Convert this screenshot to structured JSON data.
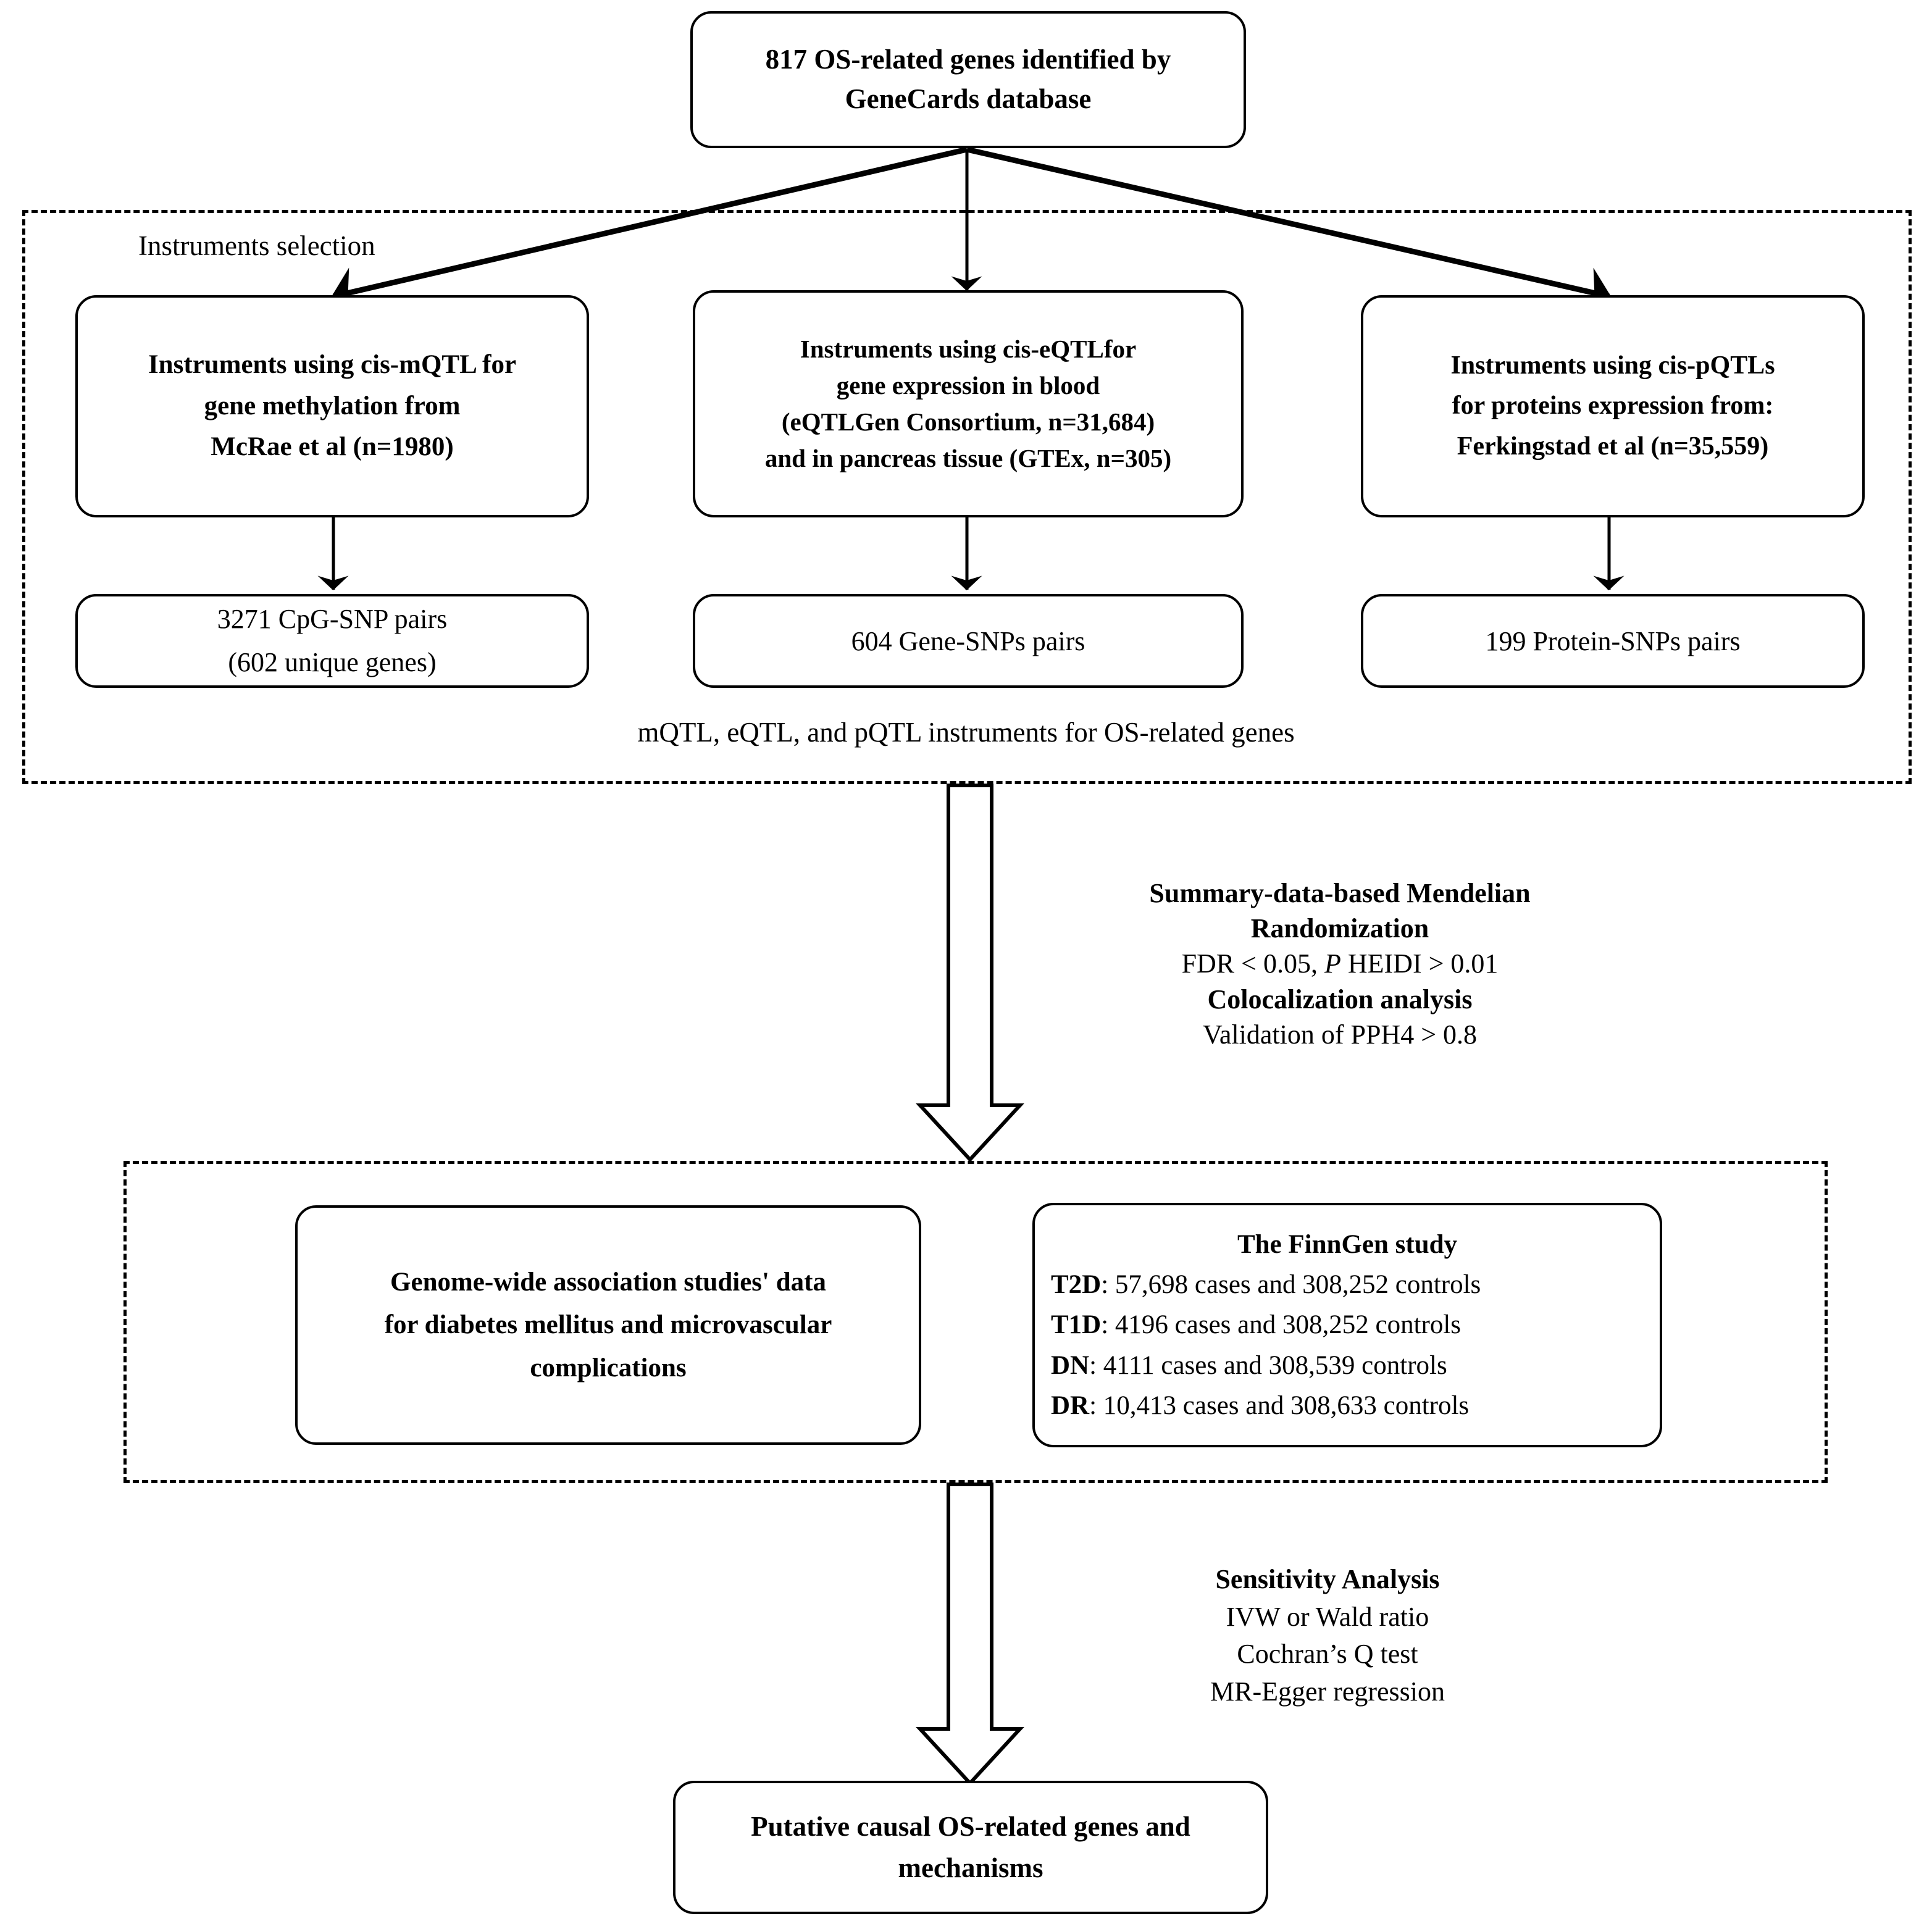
{
  "diagram": {
    "title_node": {
      "lines": [
        "817 OS-related genes identified by",
        "GeneCards database"
      ]
    },
    "group1": {
      "label_left": "Instruments selection",
      "label_bottom": "mQTL,  eQTL, and pQTL instruments for OS-related genes",
      "sources": [
        {
          "lines": [
            "Instruments using cis-mQTL for",
            "gene methylation from",
            "McRae et al (n=1980)"
          ]
        },
        {
          "lines": [
            "Instruments using cis-eQTLfor",
            "gene expression in blood",
            "(eQTLGen Consortium, n=31,684)",
            "and in pancreas tissue (GTEx, n=305)"
          ]
        },
        {
          "lines": [
            "Instruments using cis-pQTLs",
            "for proteins expression from:",
            "Ferkingstad et al (n=35,559)"
          ]
        }
      ],
      "results": [
        {
          "lines": [
            "3271 CpG-SNP pairs",
            "(602 unique genes)"
          ]
        },
        {
          "lines": [
            "604 Gene-SNPs pairs"
          ]
        },
        {
          "lines": [
            "199 Protein-SNPs pairs"
          ]
        }
      ]
    },
    "mr_annotation": {
      "heading_lines": [
        "Summary-data-based Mendelian",
        "Randomization"
      ],
      "criteria_prefix": "FDR < 0.05, ",
      "criteria_italic": "P",
      "criteria_suffix": " HEIDI > 0.01",
      "heading2": "Colocalization analysis",
      "criteria2": "Validation of PPH4 > 0.8"
    },
    "group2": {
      "gwas_box": {
        "lines": [
          "Genome-wide association studies' data",
          "for diabetes mellitus and microvascular",
          "complications"
        ]
      },
      "finngen_box": {
        "title": "The FinnGen study",
        "rows": [
          {
            "label": "T2D",
            "detail": ": 57,698 cases and 308,252 controls"
          },
          {
            "label": "T1D",
            "detail": ": 4196 cases and 308,252 controls"
          },
          {
            "label": "DN",
            "detail": ": 4111 cases and 308,539 controls"
          },
          {
            "label": "DR",
            "detail": ": 10,413 cases and 308,633 controls"
          }
        ]
      }
    },
    "sensitivity_annotation": {
      "heading": "Sensitivity Analysis",
      "lines": [
        "IVW or Wald ratio",
        "Cochran’s  Q test",
        "MR-Egger regression"
      ]
    },
    "final_node": {
      "lines": [
        "Putative causal OS-related genes and",
        "mechanisms"
      ]
    },
    "colors": {
      "stroke": "#000000",
      "fill": "#ffffff"
    }
  }
}
